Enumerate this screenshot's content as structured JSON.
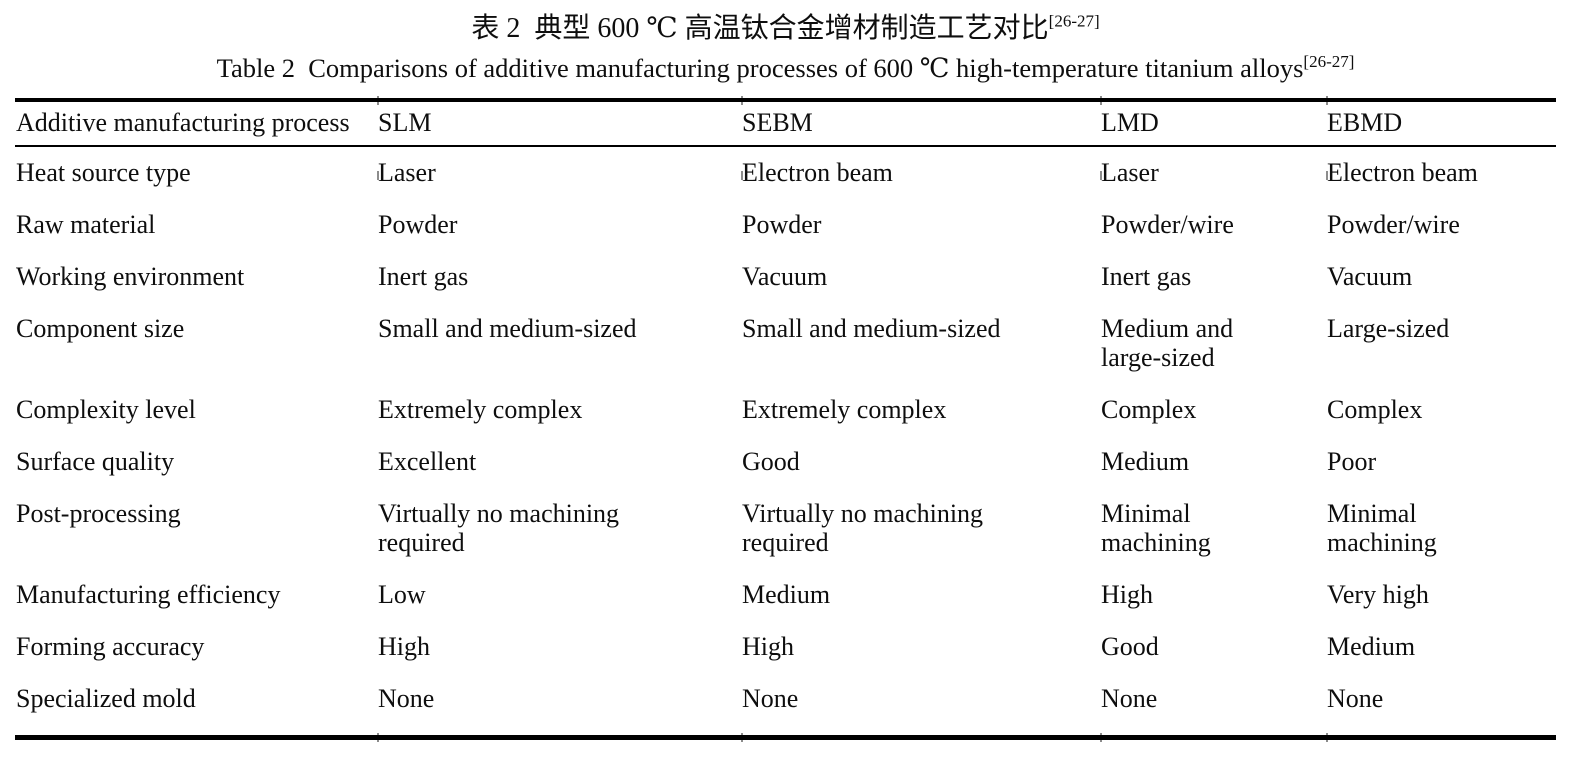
{
  "caption": {
    "zh_text": "表 2  典型 600 ℃ 高温钛合金增材制造工艺对比",
    "zh_ref": "[26-27]",
    "en_text": "Table 2  Comparisons of additive manufacturing processes of 600 ℃ high-temperature titanium alloys",
    "en_ref": "[26-27]"
  },
  "table": {
    "columns": [
      "Additive manufacturing process",
      "SLM",
      "SEBM",
      "LMD",
      "EBMD"
    ],
    "rows": [
      [
        "Heat source type",
        "Laser",
        "Electron beam",
        "Laser",
        "Electron beam"
      ],
      [
        "Raw material",
        "Powder",
        "Powder",
        "Powder/wire",
        "Powder/wire"
      ],
      [
        "Working environment",
        "Inert gas",
        "Vacuum",
        "Inert gas",
        "Vacuum"
      ],
      [
        "Component size",
        "Small and medium-sized",
        "Small and medium-sized",
        "Medium and large-sized",
        "Large-sized"
      ],
      [
        "Complexity level",
        "Extremely complex",
        "Extremely complex",
        "Complex",
        "Complex"
      ],
      [
        "Surface quality",
        "Excellent",
        "Good",
        "Medium",
        "Poor"
      ],
      [
        "Post-processing",
        "Virtually no machining required",
        "Virtually no machining required",
        "Minimal machining",
        "Minimal machining"
      ],
      [
        "Manufacturing efficiency",
        "Low",
        "Medium",
        "High",
        "Very high"
      ],
      [
        "Forming accuracy",
        "High",
        "High",
        "Good",
        "Medium"
      ],
      [
        "Specialized mold",
        "None",
        "None",
        "None",
        "None"
      ]
    ]
  }
}
